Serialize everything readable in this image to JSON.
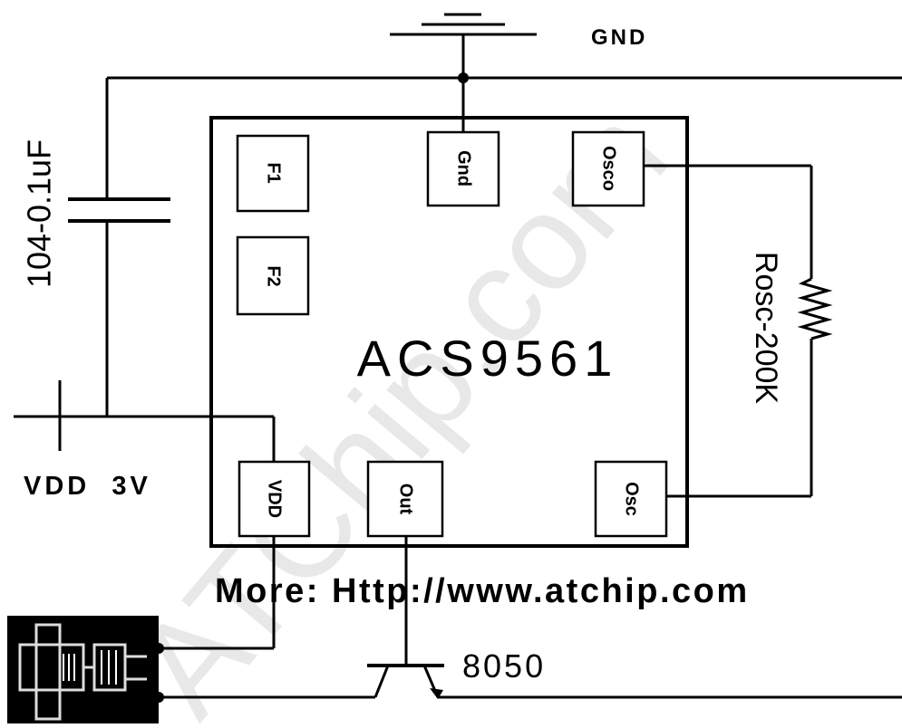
{
  "chip": {
    "name": "ACS9561",
    "pins": {
      "f1": "F1",
      "f2": "F2",
      "gnd": "Gnd",
      "osco": "Osco",
      "vdd": "VDD",
      "out": "Out",
      "osc": "Osc"
    }
  },
  "labels": {
    "gnd": "GND",
    "capacitor": "104-0.1uF",
    "resistor": "Rosc-200K",
    "supply": "VDD  3V",
    "transistor": "8050",
    "more": "More: Http://www.atchip.com"
  },
  "watermark": "ATChip.com",
  "colors": {
    "line": "#000000",
    "background": "#ffffff",
    "watermark": "#e6e6e6"
  }
}
